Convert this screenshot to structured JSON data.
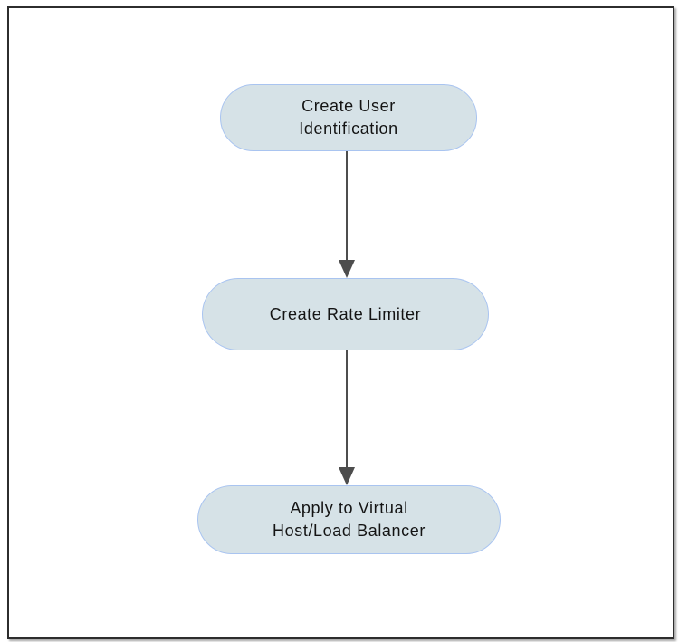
{
  "diagram": {
    "type": "flowchart",
    "direction": "top-down",
    "colors": {
      "node_fill": "#d6e2e7",
      "node_border": "#a9c4f0",
      "arrow": "#4d4d4d",
      "frame_border": "#2d2d2d",
      "background": "#ffffff",
      "text": "#141414"
    },
    "nodes": [
      {
        "id": "create-user-identification",
        "shape": "stadium",
        "label": "Create User Identification",
        "lines": [
          "Create User",
          "Identification"
        ]
      },
      {
        "id": "create-rate-limiter",
        "shape": "stadium",
        "label": "Create Rate Limiter",
        "lines": [
          "Create Rate Limiter"
        ]
      },
      {
        "id": "apply-to-virtual-host-load-balancer",
        "shape": "stadium",
        "label": "Apply to Virtual Host/Load Balancer",
        "lines": [
          "Apply to Virtual",
          "Host/Load Balancer"
        ]
      }
    ],
    "edges": [
      {
        "from": "create-user-identification",
        "to": "create-rate-limiter",
        "style": "solid-arrow"
      },
      {
        "from": "create-rate-limiter",
        "to": "apply-to-virtual-host-load-balancer",
        "style": "solid-arrow"
      }
    ]
  }
}
